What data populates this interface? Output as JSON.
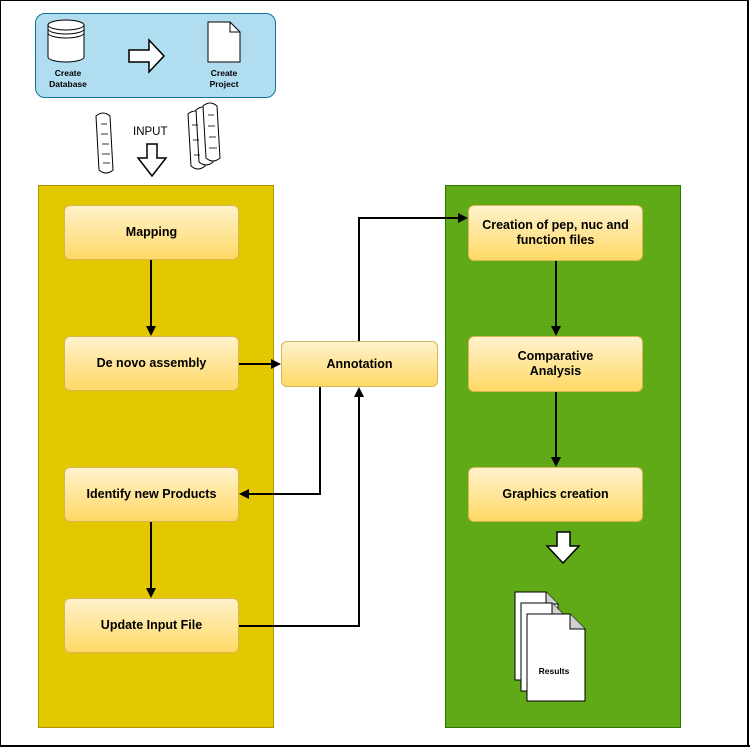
{
  "top_panel": {
    "create_database": "Create\nDatabase",
    "create_project": "Create\nProject"
  },
  "input_label": "INPUT",
  "left_lane": {
    "mapping": "Mapping",
    "de_novo": "De novo assembly",
    "identify": "Identify new Products",
    "update": "Update Input File"
  },
  "annotation": "Annotation",
  "right_lane": {
    "creation": "Creation of pep, nuc and\nfunction files",
    "comparative": "Comparative\nAnalysis",
    "graphics": "Graphics creation",
    "results": "Results"
  },
  "colors": {
    "top_panel_fill": "#b1ddf0",
    "left_lane_fill": "#e3c800",
    "right_lane_fill": "#60a917",
    "box_fill_top": "#fff2cc",
    "box_fill_bottom": "#ffd966",
    "box_border": "#d6b656"
  }
}
